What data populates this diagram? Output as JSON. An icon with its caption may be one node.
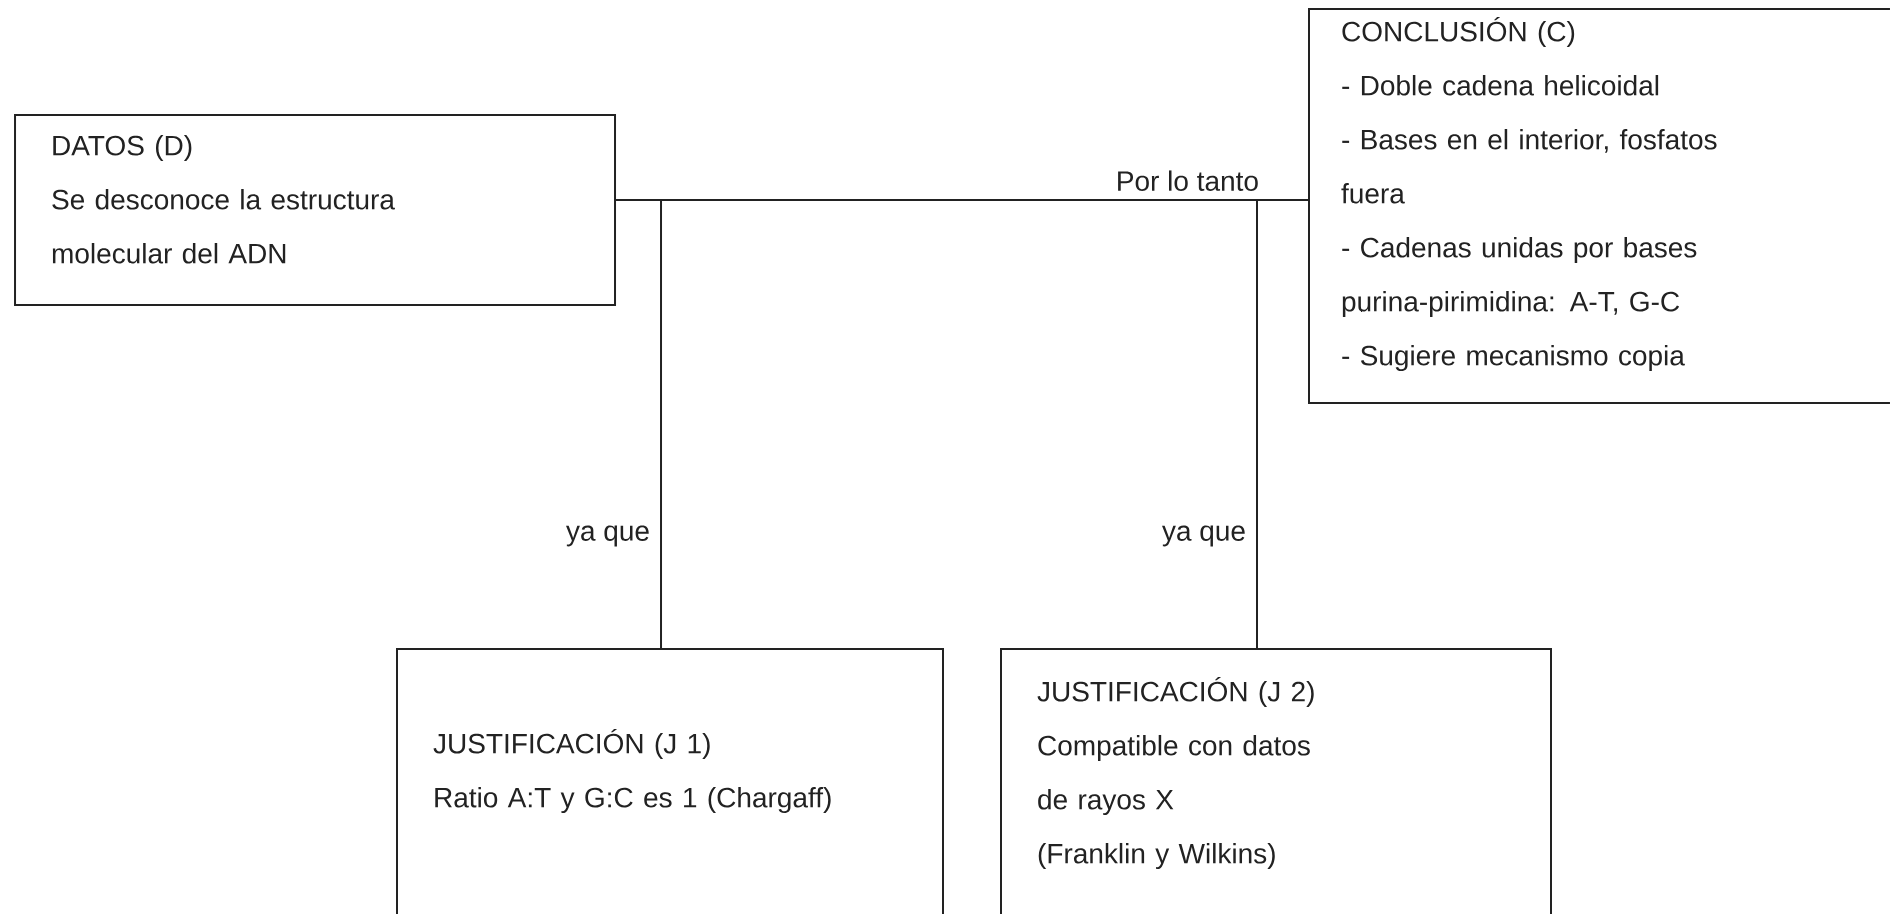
{
  "diagram": {
    "nodes": [
      {
        "text": [
          "DATOS (D)",
          "Se desconoce la estructura molecular del ADN"
        ]
      },
      {
        "text": [
          "CONCLUSIÓN (C)",
          "- Doble cadena helicoidal",
          "- Bases en el interior, fosfatos fuera",
          "- Cadenas unidas por bases purina-pirimidina: A-T, G-C",
          "- Sugiere mecanismo copia"
        ]
      },
      {
        "text": [
          "JUSTIFICACIÓN (J 1)",
          "Ratio A:T y G:C es 1 (Chargaff)"
        ]
      },
      {
        "text": [
          "JUSTIFICACIÓN (J 2)",
          "Compatible con datos de rayos X",
          "(Franklin y Wilkins)"
        ]
      }
    ],
    "edges": [
      {
        "from": 0,
        "to": 1,
        "arrow": "none",
        "label": "Por lo tanto"
      },
      {
        "from": 2,
        "to": null,
        "arrow": "none",
        "label": "ya que"
      },
      {
        "from": 3,
        "to": null,
        "arrow": "none",
        "label": "ya que"
      }
    ]
  }
}
